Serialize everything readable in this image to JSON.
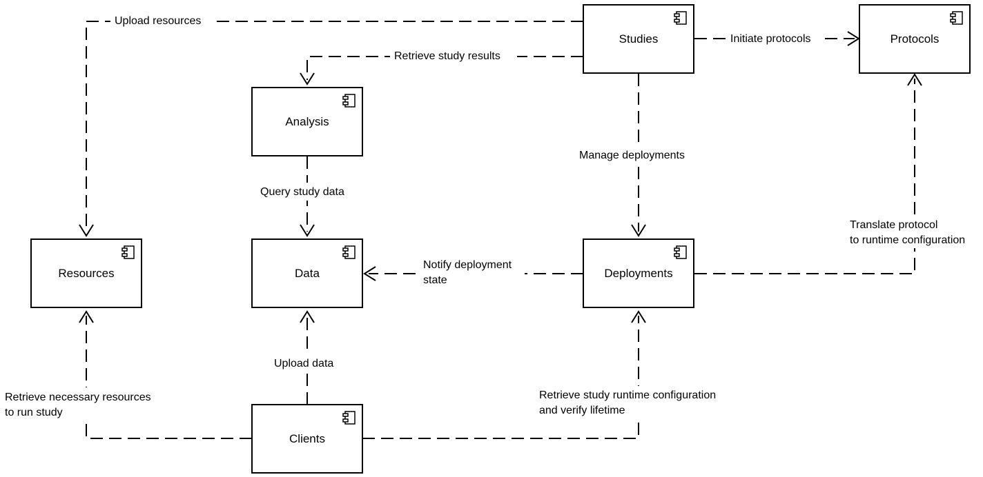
{
  "components": {
    "studies": "Studies",
    "protocols": "Protocols",
    "analysis": "Analysis",
    "resources": "Resources",
    "data": "Data",
    "deployments": "Deployments",
    "clients": "Clients"
  },
  "icon": "uml-component-icon",
  "edges": {
    "upload_resources": "Upload resources",
    "initiate_protocols": "Initiate protocols",
    "retrieve_study_results": "Retrieve study results",
    "manage_deployments": "Manage deployments",
    "query_study_data": "Query study data",
    "translate_protocol": [
      "Translate protocol",
      "to runtime configuration"
    ],
    "notify_deployment_state": [
      "Notify deployment",
      "state"
    ],
    "upload_data": "Upload data",
    "retrieve_necessary_resources": [
      "Retrieve necessary resources",
      "to run study"
    ],
    "retrieve_runtime_config": [
      "Retrieve study runtime configuration",
      "and verify lifetime"
    ]
  }
}
